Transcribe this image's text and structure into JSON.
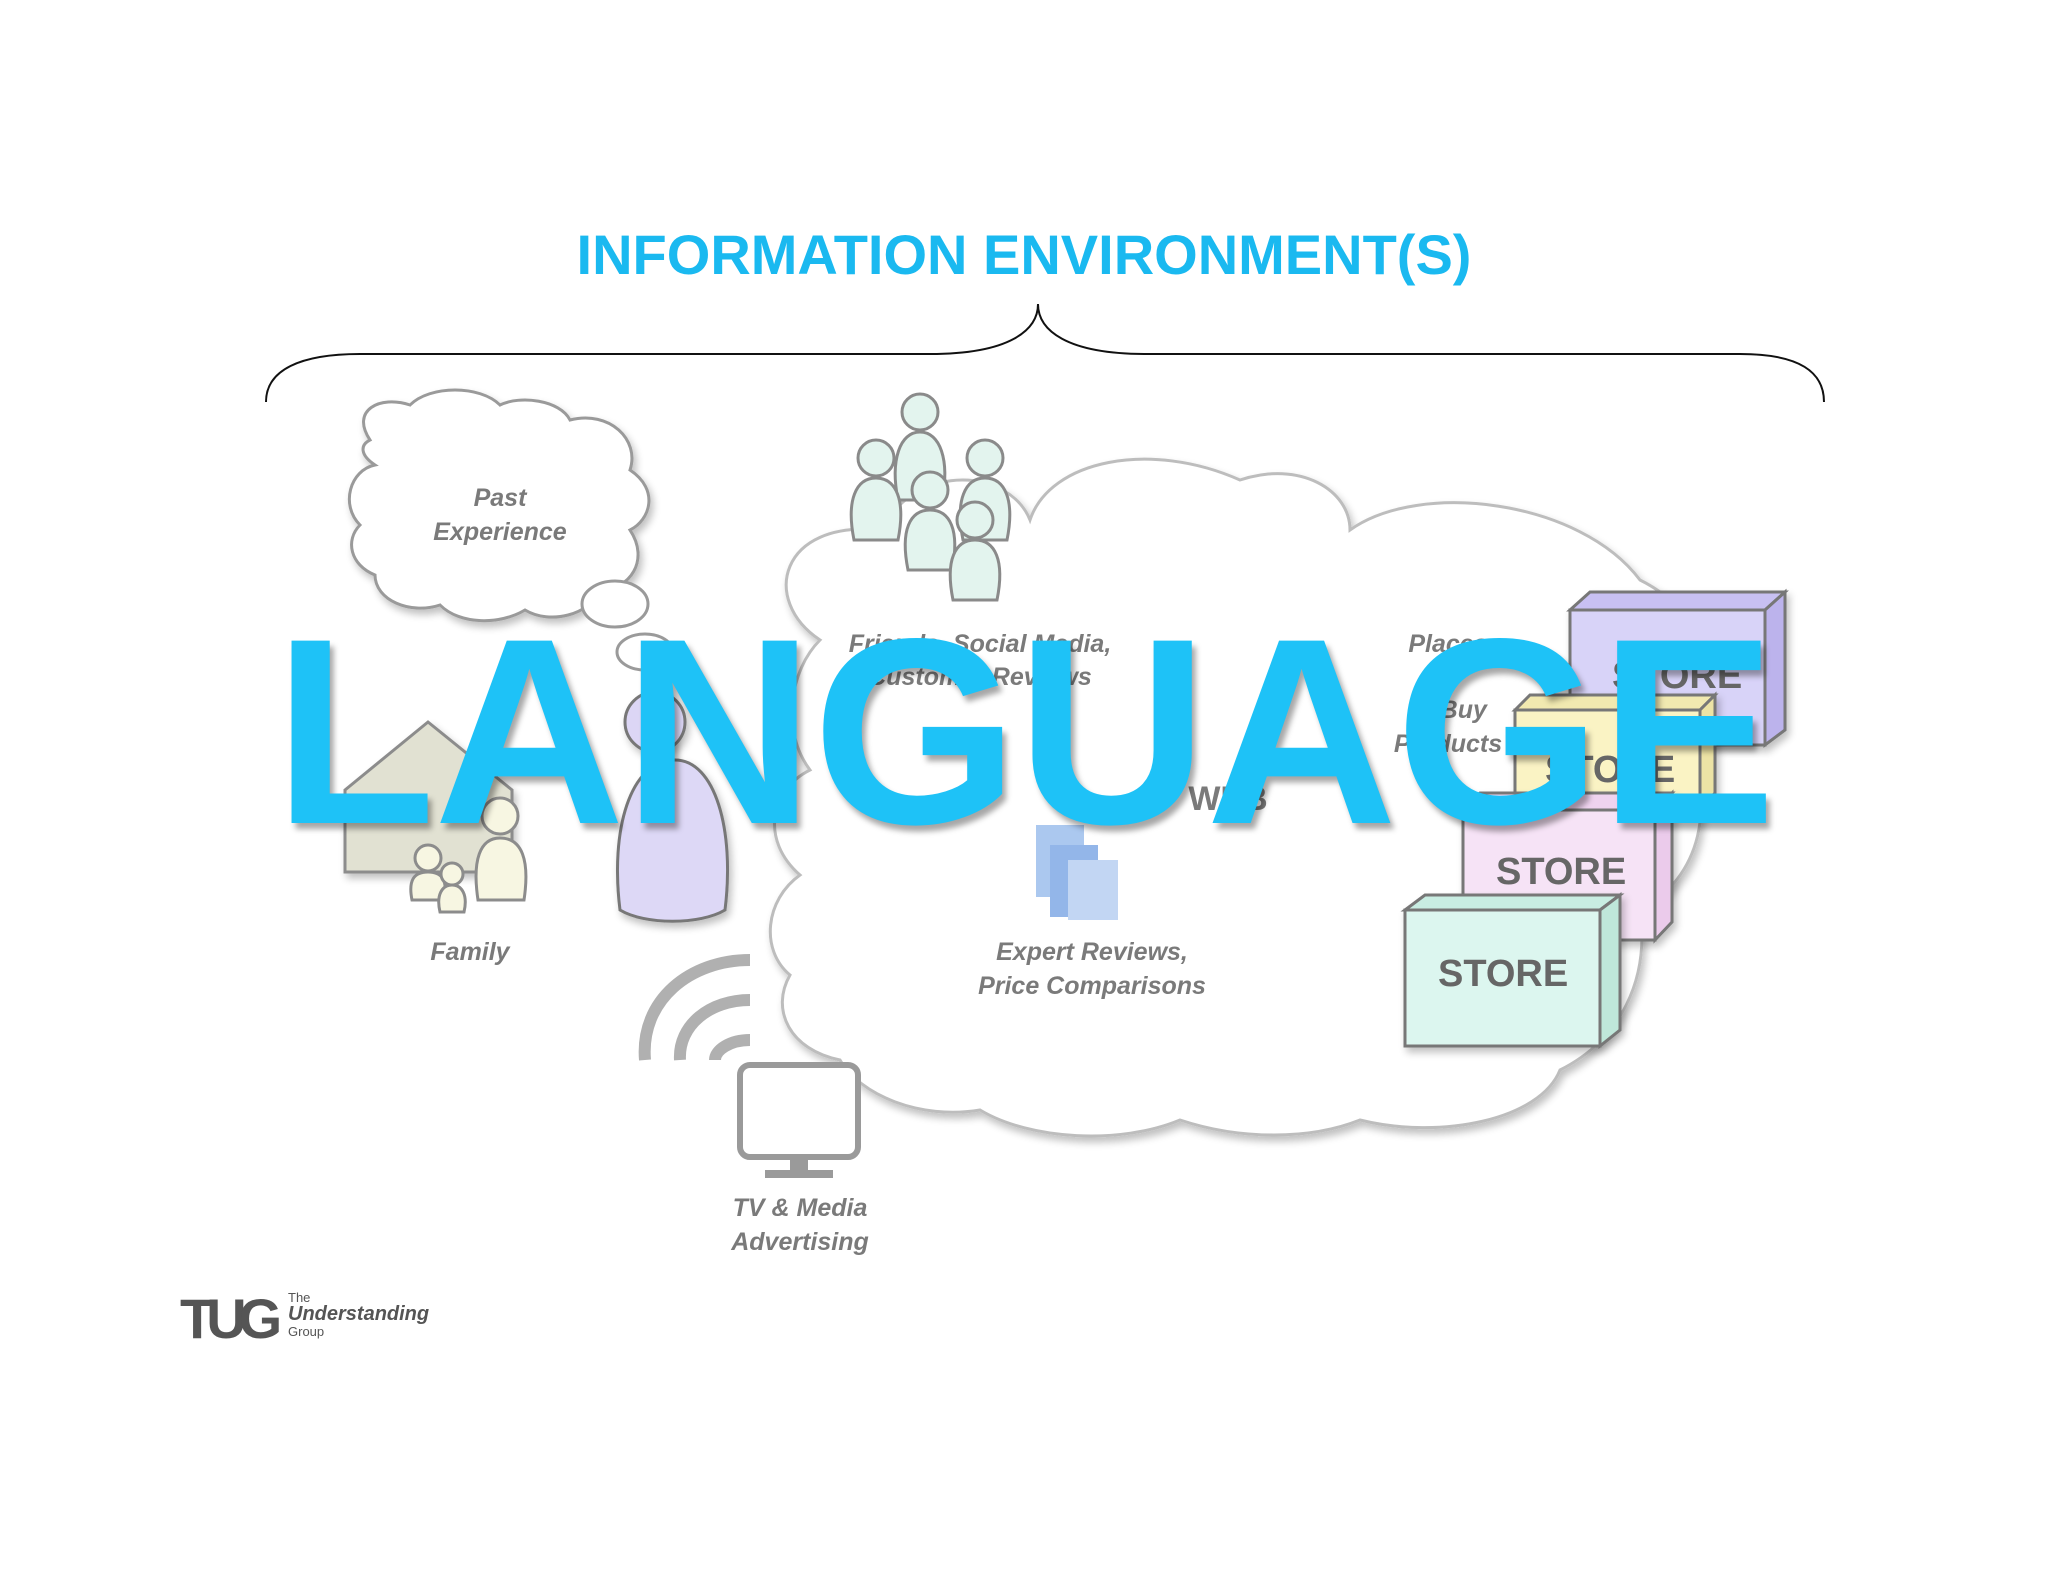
{
  "title": "INFORMATION ENVIRONMENT(S)",
  "overlay_word": "LANGUAGE",
  "labels": {
    "past_experience": [
      "Past",
      "Experience"
    ],
    "family": "Family",
    "friends": [
      "Friends, Social Media,",
      "Customer Reviews"
    ],
    "places": [
      "Places",
      "to Buy",
      "Products"
    ],
    "web": "WEB",
    "expert": [
      "Expert Reviews,",
      "Price Comparisons"
    ],
    "tv": [
      "TV & Media",
      "Advertising"
    ],
    "stores": [
      "STORE",
      "STORE",
      "STORE",
      "STORE"
    ]
  },
  "logo": {
    "mark": "TUG",
    "line1": "The",
    "line2": "Understanding",
    "line3": "Group"
  },
  "colors": {
    "accent": "#1ab9f0",
    "store_purple": "#d8d3f8",
    "store_yellow": "#faf3c4",
    "store_pink": "#f6e3f6",
    "store_teal": "#dcf6ef",
    "people_green": "#e3f4ee",
    "house": "#e1e1d2"
  }
}
